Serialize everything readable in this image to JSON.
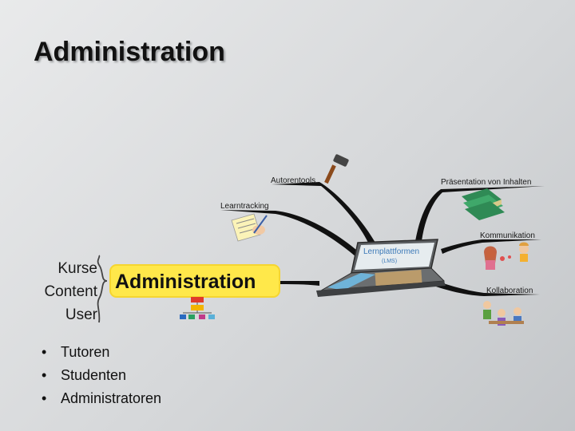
{
  "slide": {
    "title": "Administration"
  },
  "mindmap": {
    "center": {
      "label": "Lernplattformen",
      "sublabel": "(LMS)"
    },
    "nodes": {
      "autorentools": "Autorentools",
      "praesentation": "Präsentation von Inhalten",
      "learntracking": "Learntracking",
      "kommunikation": "Kommunikation",
      "kollaboration": "Kollaboration"
    },
    "administration": {
      "label": "Administration",
      "items": [
        "Kurse",
        "Content",
        "User"
      ]
    }
  },
  "bullets": [
    "Tutoren",
    "Studenten",
    "Administratoren"
  ],
  "colors": {
    "admin_box": "#ffe84a",
    "center_label": "#3d7ab8",
    "lines": "#111111"
  }
}
